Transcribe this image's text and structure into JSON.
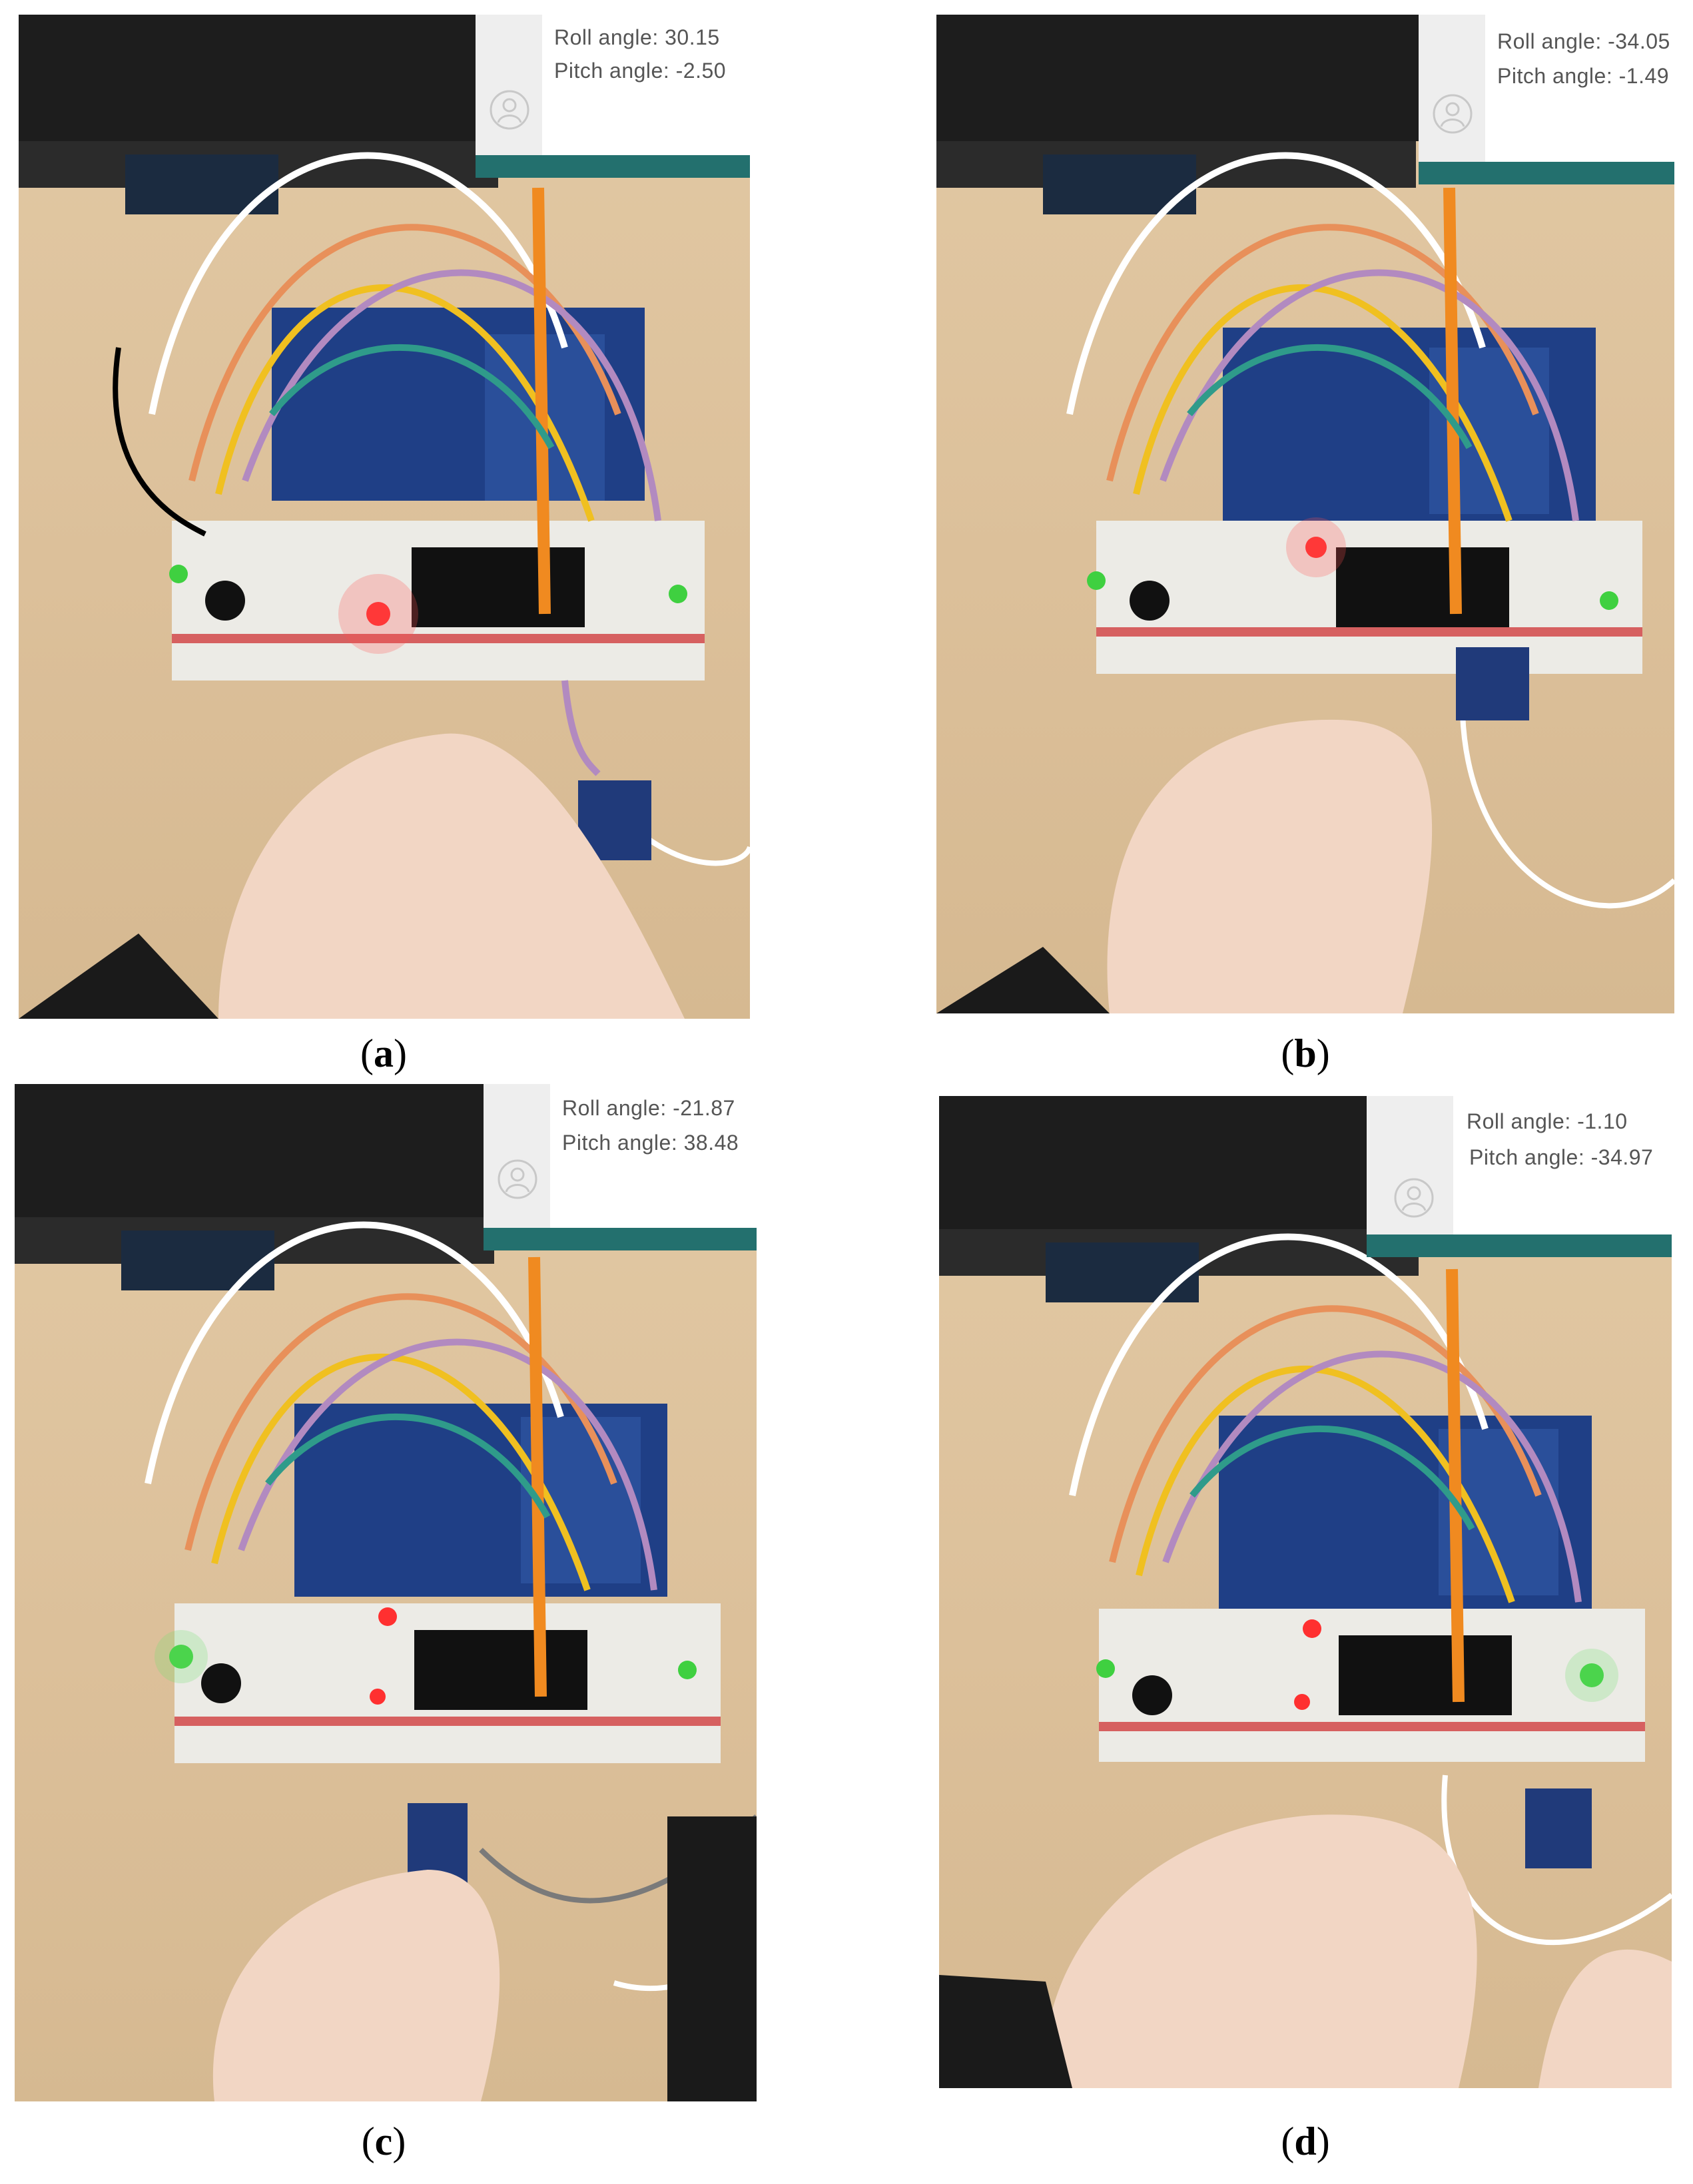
{
  "panels": [
    {
      "letter": "a",
      "roll": "Roll angle: 30.15",
      "pitch": "Pitch angle: -2.50"
    },
    {
      "letter": "b",
      "roll": "Roll angle: -34.05",
      "pitch": "Pitch angle: -1.49"
    },
    {
      "letter": "c",
      "roll": "Roll angle: -21.87",
      "pitch": "Pitch angle: 38.48"
    },
    {
      "letter": "d",
      "roll": "Roll angle: -1.10",
      "pitch": "Pitch angle: -34.97"
    }
  ],
  "colors": {
    "desk": "#dcc09a",
    "overlay_bar": "#23706e",
    "board": "#1f3f86",
    "breadboard": "#ecebe6",
    "led_red": "#ff3030",
    "led_green": "#3fd040"
  },
  "icons": [
    "user-avatar-icon"
  ]
}
